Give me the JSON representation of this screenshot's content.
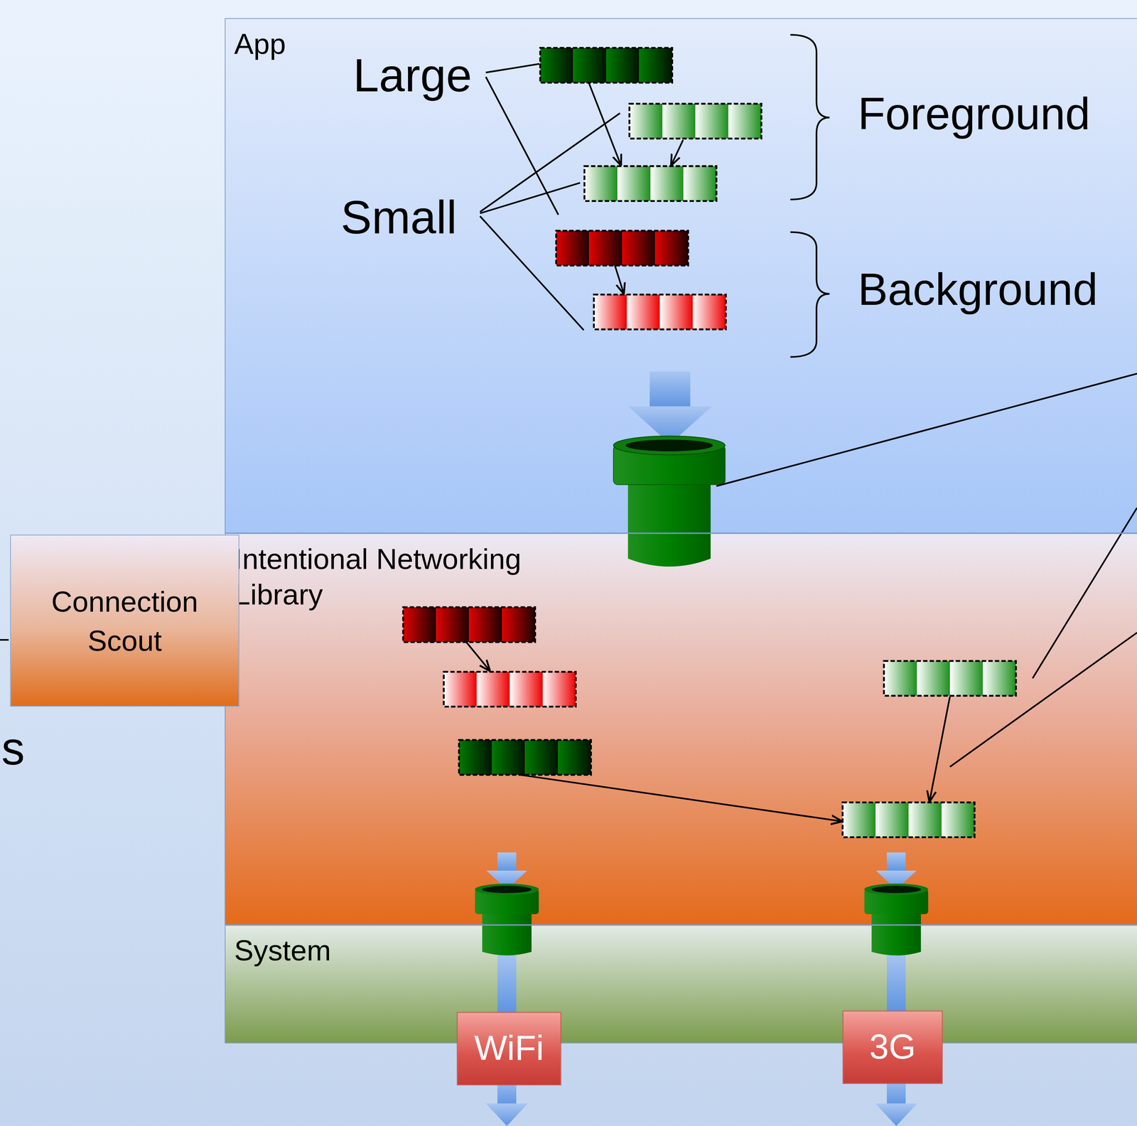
{
  "diagram": {
    "nodes": [
      {
        "text": [
          "App"
        ]
      },
      {
        "text": [
          "Intentional Networking Library"
        ]
      },
      {
        "text": [
          "System"
        ]
      },
      {
        "text": [
          "Connection Scout"
        ]
      },
      {
        "text": [
          "WiFi"
        ],
        "in": 2
      },
      {
        "text": [
          "3G"
        ],
        "in": 2
      }
    ],
    "labels": [
      "Large",
      "Small",
      "Foreground",
      "Background",
      "s"
    ]
  }
}
